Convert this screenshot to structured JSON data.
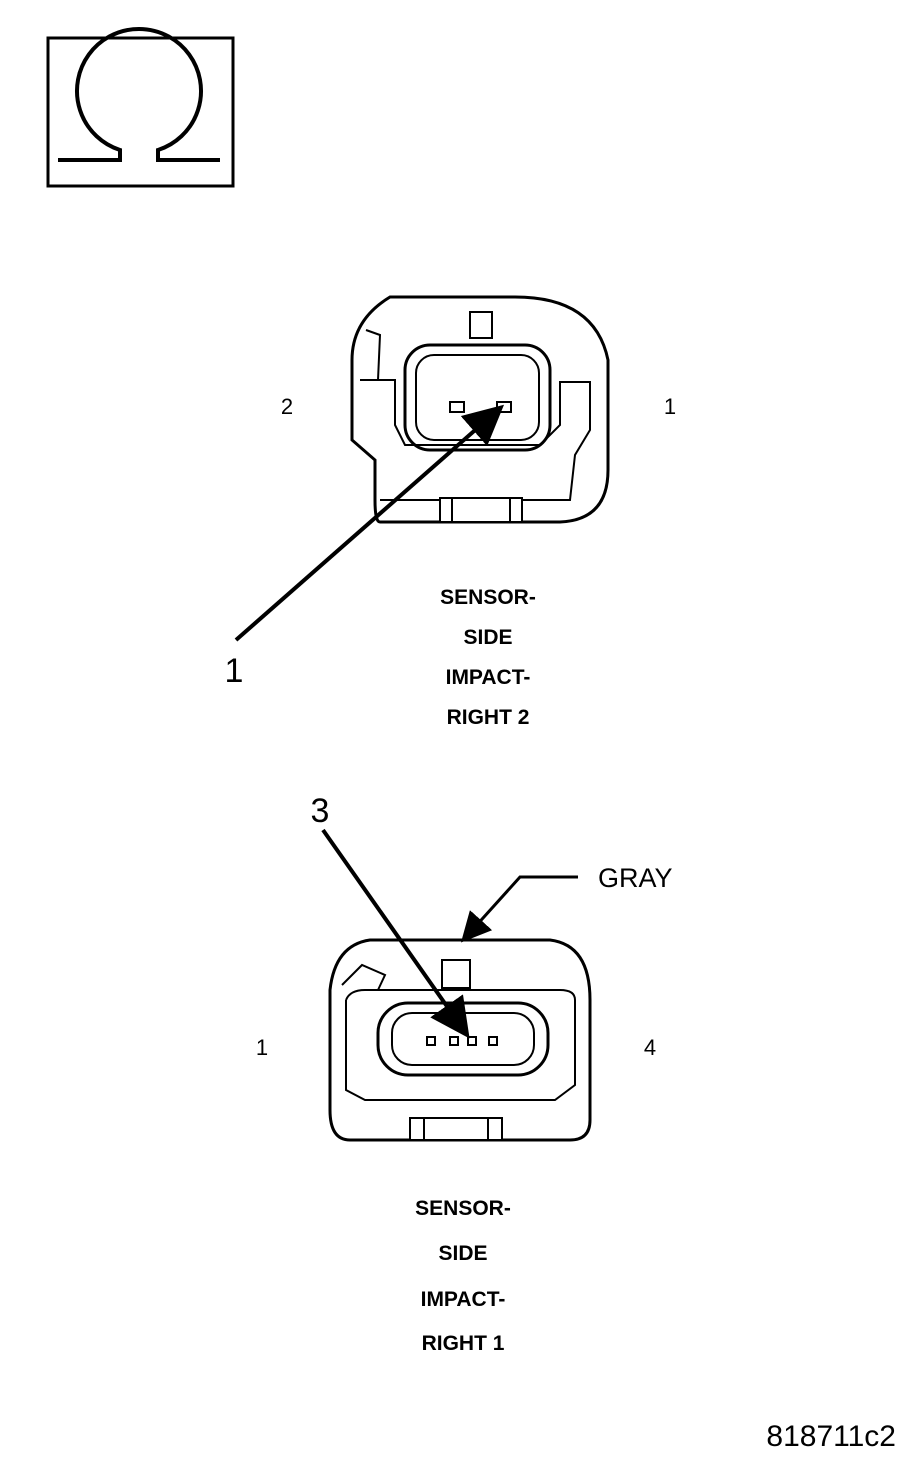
{
  "symbol": {
    "icon": "ohm-symbol-icon"
  },
  "connector_upper": {
    "pin_left": "2",
    "pin_right": "1",
    "callout": "1",
    "caption": [
      "SENSOR-",
      "SIDE",
      "IMPACT-",
      "RIGHT 2"
    ]
  },
  "connector_lower": {
    "pin_left": "1",
    "pin_right": "4",
    "callout": "3",
    "color_label": "GRAY",
    "caption": [
      "SENSOR-",
      "SIDE",
      "IMPACT-",
      "RIGHT 1"
    ]
  },
  "figure_id": "818711c2"
}
